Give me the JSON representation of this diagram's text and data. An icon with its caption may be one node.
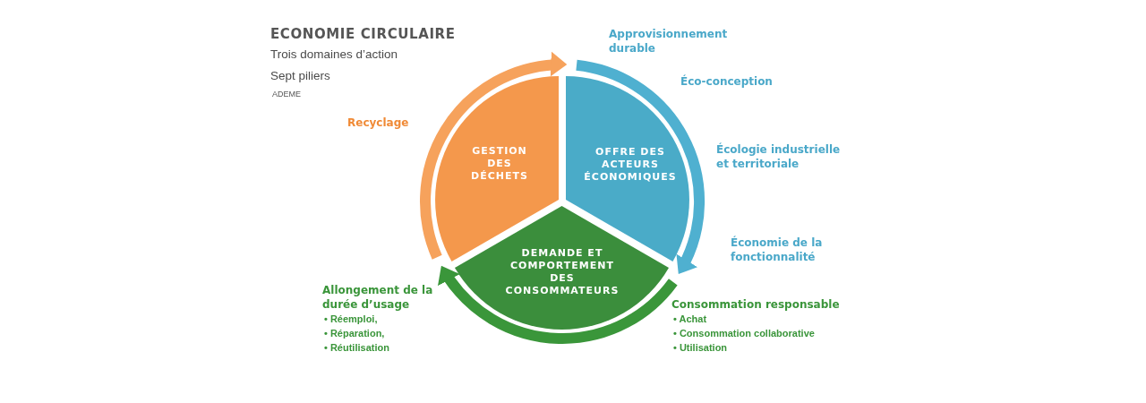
{
  "diagram": {
    "title": "ECONOMIE CIRCULAIRE",
    "nodes": [
      {
        "text": [
          "GESTION DES DÉCHETS"
        ]
      },
      {
        "text": [
          "OFFRE DES ACTEURS ÉCONOMIQUES"
        ]
      },
      {
        "text": [
          "DEMANDE ET COMPORTEMENT DES CONSOMMATEURS"
        ]
      }
    ],
    "edges": [
      {
        "from": 0,
        "to": 1,
        "arrow": "to",
        "color": "#f6a25c"
      },
      {
        "from": 1,
        "to": 2,
        "arrow": "to",
        "color": "#4fb0d0"
      },
      {
        "from": 2,
        "to": 0,
        "arrow": "to",
        "color": "#3a963a"
      }
    ],
    "labels": [
      "Trois domaines d’action",
      "Sept piliers",
      "ADEME",
      "Approvisionnement durable",
      "Éco-conception",
      "Recyclage",
      "Écologie industrielle et territoriale",
      "Économie de la fonctionnalité",
      "Allongement de la durée d’usage",
      "• Réemploi,",
      "• Réparation,",
      "• Réutilisation",
      "Consommation responsable",
      "• Achat",
      "• Consommation collaborative",
      "• Utilisation"
    ]
  }
}
